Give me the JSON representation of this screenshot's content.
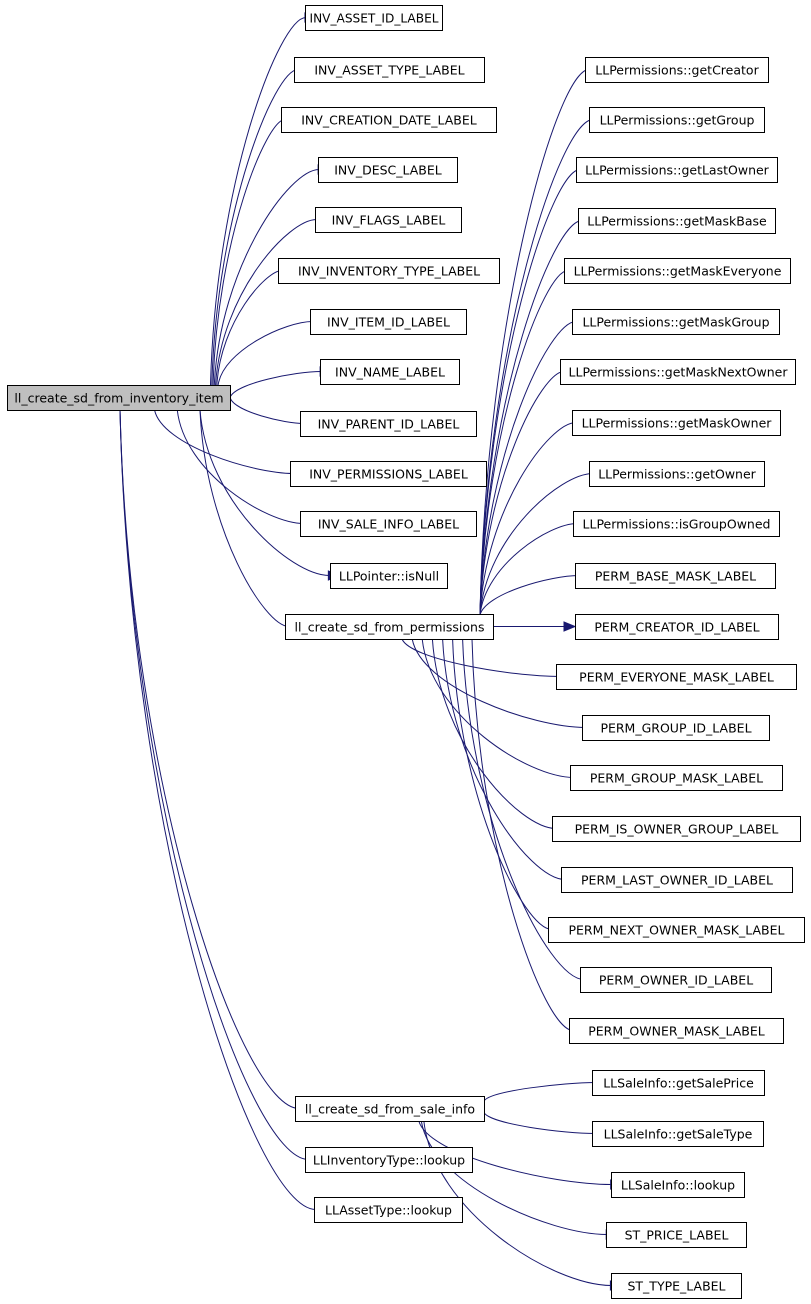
{
  "graph": {
    "root": "ll_create_sd_from_inventory_item",
    "nodes": [
      {
        "id": "root",
        "label": "ll_create_sd_from_inventory_item"
      },
      {
        "id": "inv_asset_id",
        "label": "INV_ASSET_ID_LABEL"
      },
      {
        "id": "inv_asset_type",
        "label": "INV_ASSET_TYPE_LABEL"
      },
      {
        "id": "inv_creation_date",
        "label": "INV_CREATION_DATE_LABEL"
      },
      {
        "id": "inv_desc",
        "label": "INV_DESC_LABEL"
      },
      {
        "id": "inv_flags",
        "label": "INV_FLAGS_LABEL"
      },
      {
        "id": "inv_inventory_type",
        "label": "INV_INVENTORY_TYPE_LABEL"
      },
      {
        "id": "inv_item_id",
        "label": "INV_ITEM_ID_LABEL"
      },
      {
        "id": "inv_name",
        "label": "INV_NAME_LABEL"
      },
      {
        "id": "inv_parent_id",
        "label": "INV_PARENT_ID_LABEL"
      },
      {
        "id": "inv_permissions",
        "label": "INV_PERMISSIONS_LABEL"
      },
      {
        "id": "inv_sale_info",
        "label": "INV_SALE_INFO_LABEL"
      },
      {
        "id": "llpointer_isnull",
        "label": "LLPointer::isNull"
      },
      {
        "id": "perm_fn",
        "label": "ll_create_sd_from_permissions"
      },
      {
        "id": "sale_fn",
        "label": "ll_create_sd_from_sale_info"
      },
      {
        "id": "inventorytype_lookup",
        "label": "LLInventoryType::lookup"
      },
      {
        "id": "assettype_lookup",
        "label": "LLAssetType::lookup"
      },
      {
        "id": "p_getcreator",
        "label": "LLPermissions::getCreator"
      },
      {
        "id": "p_getgroup",
        "label": "LLPermissions::getGroup"
      },
      {
        "id": "p_getlastowner",
        "label": "LLPermissions::getLastOwner"
      },
      {
        "id": "p_getmaskbase",
        "label": "LLPermissions::getMaskBase"
      },
      {
        "id": "p_getmaskeveryone",
        "label": "LLPermissions::getMaskEveryone"
      },
      {
        "id": "p_getmaskgroup",
        "label": "LLPermissions::getMaskGroup"
      },
      {
        "id": "p_getmasknextowner",
        "label": "LLPermissions::getMaskNextOwner"
      },
      {
        "id": "p_getmaskowner",
        "label": "LLPermissions::getMaskOwner"
      },
      {
        "id": "p_getowner",
        "label": "LLPermissions::getOwner"
      },
      {
        "id": "p_isgroupowned",
        "label": "LLPermissions::isGroupOwned"
      },
      {
        "id": "perm_base_mask",
        "label": "PERM_BASE_MASK_LABEL"
      },
      {
        "id": "perm_creator_id",
        "label": "PERM_CREATOR_ID_LABEL"
      },
      {
        "id": "perm_everyone_mask",
        "label": "PERM_EVERYONE_MASK_LABEL"
      },
      {
        "id": "perm_group_id",
        "label": "PERM_GROUP_ID_LABEL"
      },
      {
        "id": "perm_group_mask",
        "label": "PERM_GROUP_MASK_LABEL"
      },
      {
        "id": "perm_is_owner_group",
        "label": "PERM_IS_OWNER_GROUP_LABEL"
      },
      {
        "id": "perm_last_owner_id",
        "label": "PERM_LAST_OWNER_ID_LABEL"
      },
      {
        "id": "perm_next_owner_mask",
        "label": "PERM_NEXT_OWNER_MASK_LABEL"
      },
      {
        "id": "perm_owner_id",
        "label": "PERM_OWNER_ID_LABEL"
      },
      {
        "id": "perm_owner_mask",
        "label": "PERM_OWNER_MASK_LABEL"
      },
      {
        "id": "s_getsaleprice",
        "label": "LLSaleInfo::getSalePrice"
      },
      {
        "id": "s_getsaletype",
        "label": "LLSaleInfo::getSaleType"
      },
      {
        "id": "s_lookup",
        "label": "LLSaleInfo::lookup"
      },
      {
        "id": "st_price",
        "label": "ST_PRICE_LABEL"
      },
      {
        "id": "st_type",
        "label": "ST_TYPE_LABEL"
      }
    ],
    "edges": [
      {
        "from": "root",
        "to": "inv_asset_id"
      },
      {
        "from": "root",
        "to": "inv_asset_type"
      },
      {
        "from": "root",
        "to": "inv_creation_date"
      },
      {
        "from": "root",
        "to": "inv_desc"
      },
      {
        "from": "root",
        "to": "inv_flags"
      },
      {
        "from": "root",
        "to": "inv_inventory_type"
      },
      {
        "from": "root",
        "to": "inv_item_id"
      },
      {
        "from": "root",
        "to": "inv_name"
      },
      {
        "from": "root",
        "to": "inv_parent_id"
      },
      {
        "from": "root",
        "to": "inv_permissions"
      },
      {
        "from": "root",
        "to": "inv_sale_info"
      },
      {
        "from": "root",
        "to": "llpointer_isnull"
      },
      {
        "from": "root",
        "to": "perm_fn"
      },
      {
        "from": "root",
        "to": "sale_fn"
      },
      {
        "from": "root",
        "to": "inventorytype_lookup"
      },
      {
        "from": "root",
        "to": "assettype_lookup"
      },
      {
        "from": "perm_fn",
        "to": "p_getcreator"
      },
      {
        "from": "perm_fn",
        "to": "p_getgroup"
      },
      {
        "from": "perm_fn",
        "to": "p_getlastowner"
      },
      {
        "from": "perm_fn",
        "to": "p_getmaskbase"
      },
      {
        "from": "perm_fn",
        "to": "p_getmaskeveryone"
      },
      {
        "from": "perm_fn",
        "to": "p_getmaskgroup"
      },
      {
        "from": "perm_fn",
        "to": "p_getmasknextowner"
      },
      {
        "from": "perm_fn",
        "to": "p_getmaskowner"
      },
      {
        "from": "perm_fn",
        "to": "p_getowner"
      },
      {
        "from": "perm_fn",
        "to": "p_isgroupowned"
      },
      {
        "from": "perm_fn",
        "to": "perm_base_mask"
      },
      {
        "from": "perm_fn",
        "to": "perm_creator_id"
      },
      {
        "from": "perm_fn",
        "to": "perm_everyone_mask"
      },
      {
        "from": "perm_fn",
        "to": "perm_group_id"
      },
      {
        "from": "perm_fn",
        "to": "perm_group_mask"
      },
      {
        "from": "perm_fn",
        "to": "perm_is_owner_group"
      },
      {
        "from": "perm_fn",
        "to": "perm_last_owner_id"
      },
      {
        "from": "perm_fn",
        "to": "perm_next_owner_mask"
      },
      {
        "from": "perm_fn",
        "to": "perm_owner_id"
      },
      {
        "from": "perm_fn",
        "to": "perm_owner_mask"
      },
      {
        "from": "sale_fn",
        "to": "s_getsaleprice"
      },
      {
        "from": "sale_fn",
        "to": "s_getsaletype"
      },
      {
        "from": "sale_fn",
        "to": "s_lookup"
      },
      {
        "from": "sale_fn",
        "to": "st_price"
      },
      {
        "from": "sale_fn",
        "to": "st_type"
      }
    ]
  },
  "colors": {
    "edge": "#191970",
    "root_fill": "#bfbfbf",
    "node_fill": "#ffffff",
    "node_stroke": "#000000"
  }
}
